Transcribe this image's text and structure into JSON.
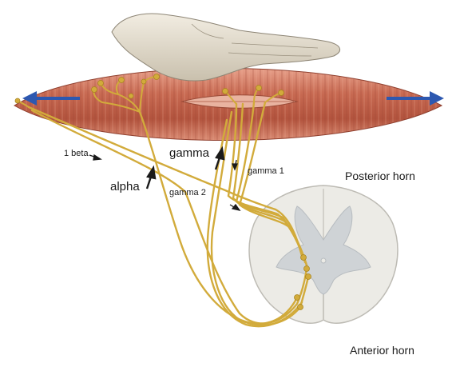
{
  "labels": {
    "one_beta": "1 beta",
    "gamma": "gamma",
    "alpha": "alpha",
    "gamma_1": "gamma 1",
    "gamma_2": "gamma 2",
    "posterior_horn": "Posterior horn",
    "anterior_horn": "Anterior horn"
  },
  "icons": {
    "stretch_left": "arrow-left-icon",
    "stretch_right": "arrow-right-icon",
    "gamma_arrow": "arrow-up-icon",
    "alpha_arrow": "arrow-up-icon"
  },
  "colors": {
    "background": "#ffffff",
    "muscle": "#c2604a",
    "muscle_light": "#e9a58f",
    "nerve": "#d2ab3b",
    "spinal_cord": "#ecebe6",
    "gray_matter": "#cfd3d6",
    "stretch_arrow": "#2d58b0",
    "hand": "#dcd4c3"
  }
}
